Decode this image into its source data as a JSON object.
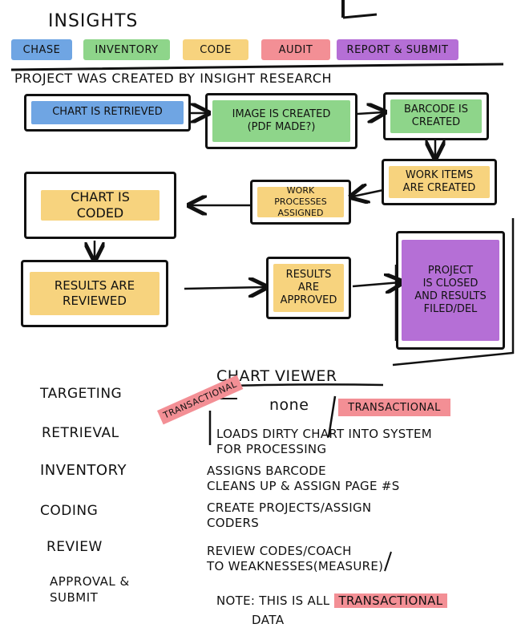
{
  "title": "INSIGHTS",
  "legend": [
    {
      "label": "CHASE",
      "color": "#6fa5e3"
    },
    {
      "label": "INVENTORY",
      "color": "#8ed58a"
    },
    {
      "label": "CODE",
      "color": "#f7d37e"
    },
    {
      "label": "AUDIT",
      "color": "#f38f95"
    },
    {
      "label": "REPORT & SUBMIT",
      "color": "#b56fd6"
    }
  ],
  "subtitle": "PROJECT WAS CREATED BY INSIGHT RESEARCH",
  "flow": {
    "chart_retrieved": "CHART IS RETRIEVED",
    "image_created": "IMAGE IS CREATED\n(PDF MADE?)",
    "barcode_created": "BARCODE IS\nCREATED",
    "work_items": "WORK ITEMS\nARE CREATED",
    "work_processes": "WORK\nPROCESSES\nASSIGNED",
    "chart_coded": "CHART IS\nCODED",
    "results_reviewed": "RESULTS ARE\nREVIEWED",
    "results_approved": "RESULTS\nARE\nAPPROVED",
    "project_closed": "PROJECT\nIS CLOSED\nAND RESULTS\nFILED/DEL"
  },
  "viewer": {
    "heading": "CHART VIEWER",
    "none_label": "NONE",
    "transactional_label": "TRANSACTIONAL",
    "side_tag": "TRANSACTIONAL"
  },
  "rows": [
    {
      "label": "TARGETING",
      "desc": ""
    },
    {
      "label": "RETRIEVAL",
      "desc": "LOADS DIRTY CHART INTO SYSTEM\nFOR PROCESSING"
    },
    {
      "label": "INVENTORY",
      "desc": "ASSIGNS BARCODE\nCLEANS UP & ASSIGN PAGE #S"
    },
    {
      "label": "CODING",
      "desc": "CREATE PROJECTS/ASSIGN\nCODERS"
    },
    {
      "label": "REVIEW",
      "desc": "REVIEW CODES/COACH\nTO WEAKNESSES(MEASURE)"
    },
    {
      "label": "APPROVAL &\nSUBMIT",
      "desc": ""
    }
  ],
  "note": {
    "text": "NOTE: THIS IS ALL ",
    "highlight": "TRANSACTIONAL",
    "tail": "DATA"
  },
  "colors": {
    "chase": "#6fa5e3",
    "inventory": "#8ed58a",
    "code": "#f7d37e",
    "audit": "#f38f95",
    "report": "#b56fd6",
    "ink": "#111111"
  }
}
